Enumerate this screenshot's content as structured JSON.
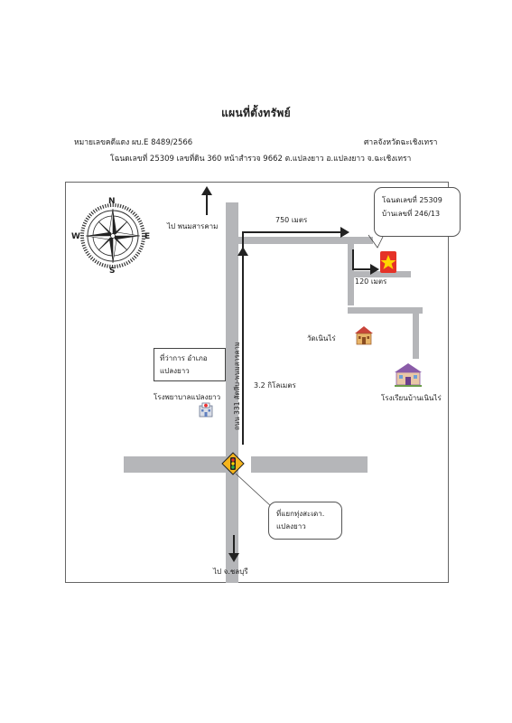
{
  "title": "แผนที่ตั้งทรัพย์",
  "case_no": "หมายเลขคดีแดง  ผบ.E 8489/2566",
  "court": "ศาลจังหวัดฉะเชิงเทรา",
  "deed_info": "โฉนดเลขที่ 25309  เลขที่ดิน 360  หน้าสำรวจ  9662   ต.แปลงยาว  อ.แปลงยาว  จ.ฉะเชิงเทรา",
  "compass": {
    "n": "N",
    "s": "S",
    "e": "E",
    "w": "W"
  },
  "labels": {
    "to_phanom": "ไป พนมสารคาม",
    "dist_750": "750 เมตร",
    "dist_120": "120 เมตร",
    "dist_3_2": "3.2 กิโลเมตร",
    "road_331": "ถนน 331 สัตหีบ-พนมสารคาม",
    "temple": "วัดเนินไร่",
    "school": "โรงเรียนบ้านเนินไร่",
    "hospital": "โรงพยาบาลแปลงยาว",
    "to_chonburi": "ไป จ.ชลบุรี"
  },
  "property_callout": {
    "line1": "โฉนดเลขที่ 25309",
    "line2": "บ้านเลขที่ 246/13"
  },
  "district_box": {
    "line1": "ที่ว่าการ อำเภอ",
    "line2": "แปลงยาว"
  },
  "junction_callout": {
    "line1": "ที่แยกทุ่งสะเดา.",
    "line2": "แปลงยาว"
  },
  "icons": [
    "compass-rose-icon",
    "property-star-marker-icon",
    "temple-icon",
    "school-icon",
    "hospital-icon",
    "traffic-light-icon"
  ],
  "colors": {
    "road": "#b5b6b9",
    "marker": "#e53227",
    "star": "#ffd400"
  }
}
